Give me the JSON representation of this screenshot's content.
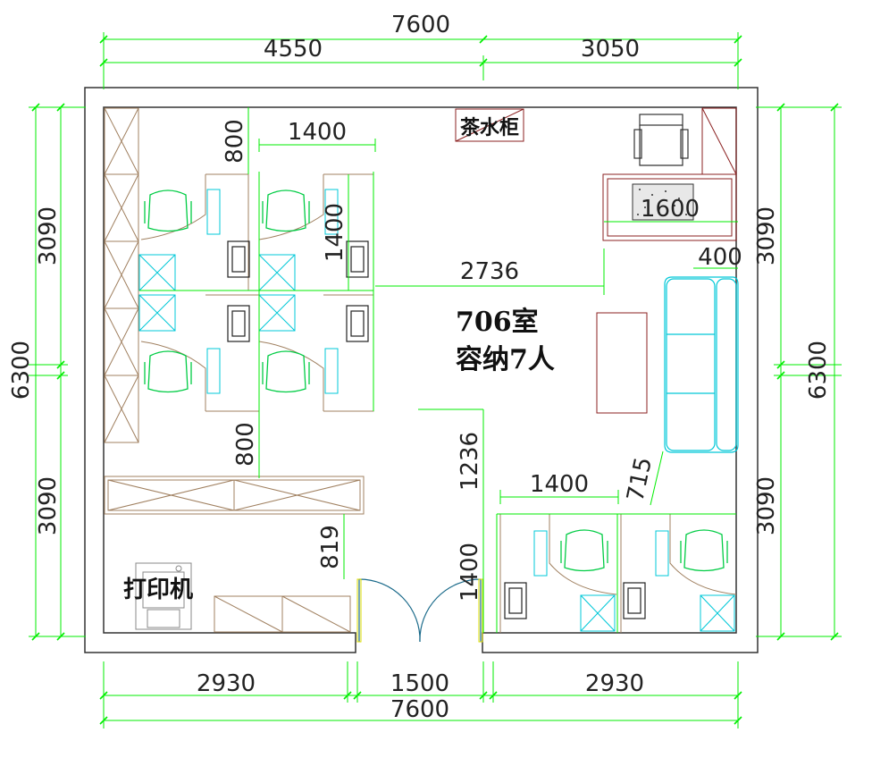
{
  "room": {
    "title": "706室",
    "capacity": "容纳7人"
  },
  "labels": {
    "tea_cabinet": "茶水柜",
    "printer": "打印机"
  },
  "dimensions": {
    "top_total": "7600",
    "top_left": "4550",
    "top_right": "3050",
    "bottom_left": "2930",
    "bottom_door": "1500",
    "bottom_right": "2930",
    "bottom_total": "7600",
    "left_total": "6300",
    "left_upper": "3090",
    "left_lower": "3090",
    "right_total": "6300",
    "right_upper": "3090",
    "right_lower": "3090",
    "desk_top_gap": "800",
    "desk_width": "1400",
    "desk_depth": "1400",
    "mid_gap": "800",
    "cabinet_gap": "819",
    "aisle": "2736",
    "manager_desk": "1600",
    "sofa_gap": "400",
    "lower_desk_gap": "1236",
    "lower_desk_width": "1400",
    "lower_desk_depth": "1400",
    "lower_diag": "715"
  },
  "colors": {
    "wall": "#333333",
    "dimension": "#00ee00",
    "furniture": "#a08060",
    "fixture": "#00c8d8",
    "chair": "#00cc44",
    "manager_furniture": "#8b2020",
    "door": "#1a6a8a"
  }
}
